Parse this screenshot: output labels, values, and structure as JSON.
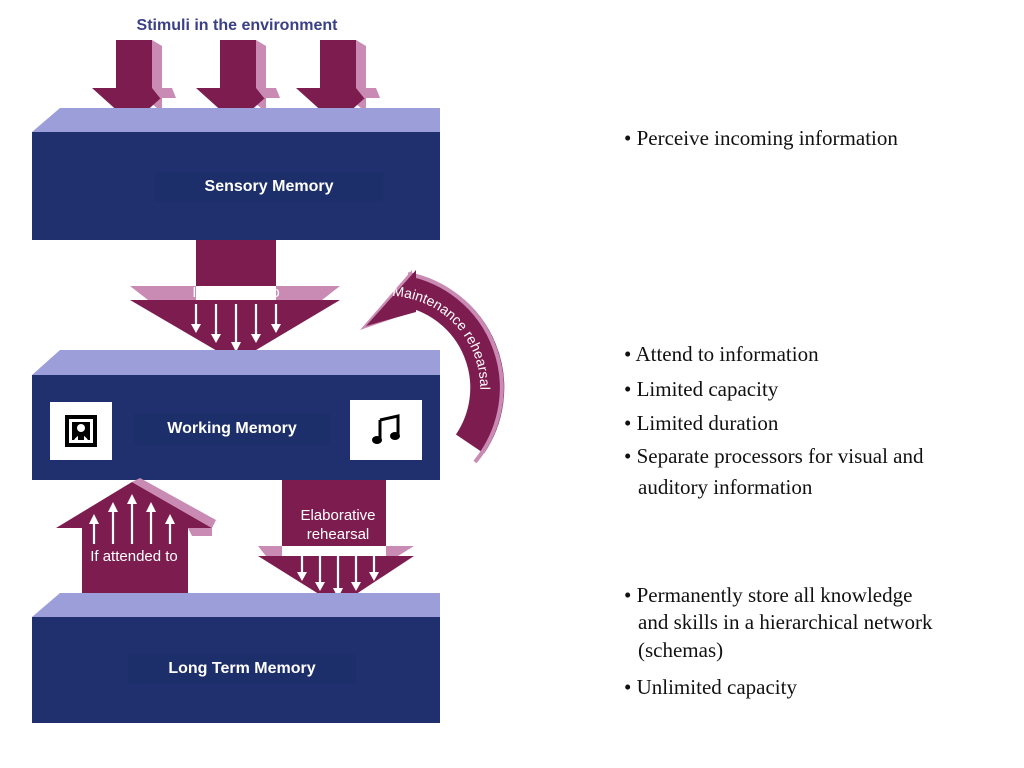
{
  "diagram": {
    "stimuli_label": "Stimuli in the environment",
    "sensory_label": "Sensory Memory",
    "working_label": "Working Memory",
    "longterm_label": "Long Term Memory",
    "attended_down_label": "If attended to",
    "attended_up_label": "If attended to",
    "elaborative_line1": "Elaborative",
    "elaborative_line2": "rehearsal",
    "maintenance_label": "Maintenance rehearsal",
    "picture_icon": "framed-picture-icon",
    "music_icon": "music-note-icon"
  },
  "notes": {
    "sensory": [
      "• Perceive incoming information"
    ],
    "working": [
      "• Attend to information",
      "• Limited capacity",
      "• Limited duration",
      "• Separate processors for visual and",
      "auditory information"
    ],
    "longterm": [
      "• Permanently store all knowledge",
      "and skills in a hierarchical network",
      "(schemas)",
      "• Unlimited capacity"
    ]
  },
  "colors": {
    "box_front": "#20306e",
    "box_top": "#9b9ed8",
    "arrow": "#7d1d4f",
    "arrow_light": "#c98ab4"
  }
}
